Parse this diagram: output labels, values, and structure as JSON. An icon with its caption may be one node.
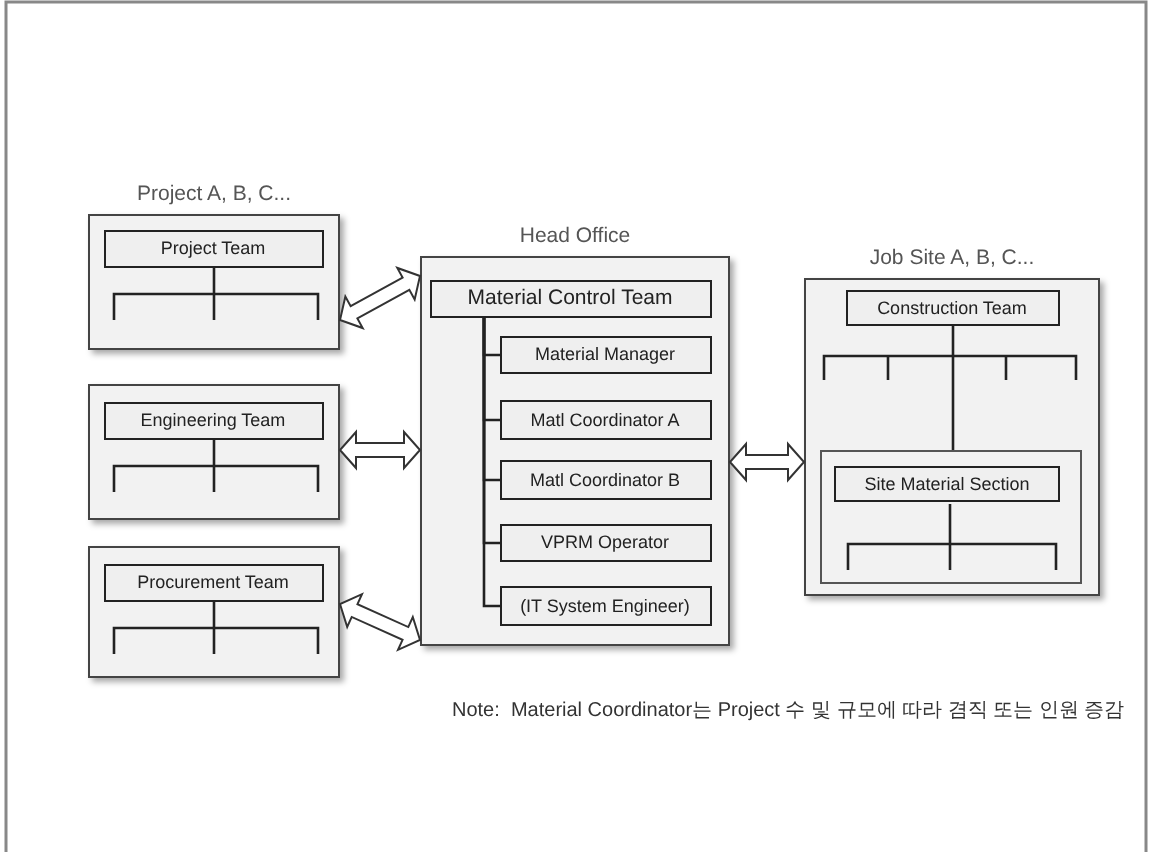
{
  "diagram": {
    "nodes": [
      {
        "text": [
          "Project A, B, C..."
        ]
      },
      {
        "text": [
          "Project Team"
        ],
        "in": 0
      },
      {
        "text": [],
        "shape": "box"
      },
      {
        "text": [
          "Engineering Team"
        ],
        "in": 2
      },
      {
        "text": [],
        "shape": "box"
      },
      {
        "text": [
          "Procurement Team"
        ],
        "in": 4
      },
      {
        "text": [
          "Head Office"
        ]
      },
      {
        "text": [
          "Material Control  Team"
        ],
        "in": 6
      },
      {
        "text": [
          "Material Manager"
        ],
        "in": 6
      },
      {
        "text": [
          "Matl Coordinator A"
        ],
        "in": 6
      },
      {
        "text": [
          "Matl Coordinator B"
        ],
        "in": 6
      },
      {
        "text": [
          "VPRM Operator"
        ],
        "in": 6
      },
      {
        "text": [
          "(IT System Engineer)"
        ],
        "in": 6
      },
      {
        "text": [
          "Job Site A, B, C..."
        ]
      },
      {
        "text": [
          "Construction Team"
        ],
        "in": 13
      },
      {
        "text": [],
        "shape": "box",
        "in": 13
      },
      {
        "text": [
          "Site Material Section"
        ],
        "in": 15
      }
    ],
    "edges": [
      {
        "from": 0,
        "to": 6,
        "arrow": "both"
      },
      {
        "from": 2,
        "to": 6,
        "arrow": "both"
      },
      {
        "from": 4,
        "to": 6,
        "arrow": "both"
      },
      {
        "from": 6,
        "to": 13,
        "arrow": "both"
      },
      {
        "from": 7,
        "to": 8,
        "arrow": "none"
      },
      {
        "from": 7,
        "to": 9,
        "arrow": "none"
      },
      {
        "from": 7,
        "to": 10,
        "arrow": "none"
      },
      {
        "from": 7,
        "to": 11,
        "arrow": "none"
      },
      {
        "from": 7,
        "to": 12,
        "arrow": "none"
      },
      {
        "from": 14,
        "to": 15,
        "arrow": "none"
      }
    ],
    "labels": [
      "Note:  Material Coordinator는 Project 수 및 규모에 따라 겸직 또는 인원 증감"
    ]
  }
}
